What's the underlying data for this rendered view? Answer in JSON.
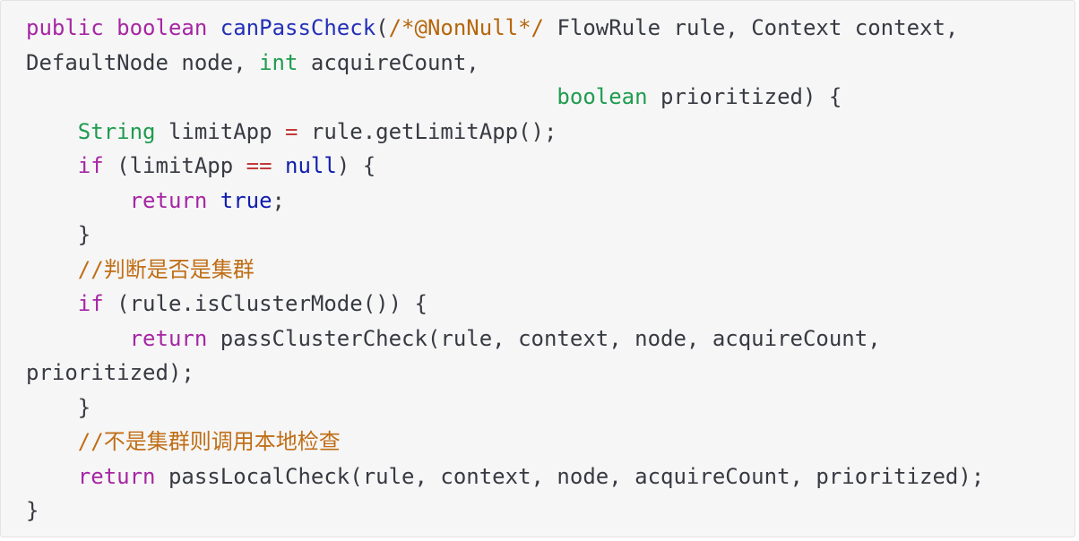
{
  "code": {
    "language": "java",
    "lines": [
      [
        {
          "t": "public",
          "c": "kw"
        },
        {
          "t": " ",
          "c": "pl"
        },
        {
          "t": "boolean",
          "c": "kw"
        },
        {
          "t": " ",
          "c": "pl"
        },
        {
          "t": "canPassCheck",
          "c": "fn"
        },
        {
          "t": "(",
          "c": "pl"
        },
        {
          "t": "/*@NonNull*/",
          "c": "cm"
        },
        {
          "t": " FlowRule rule, Context context,",
          "c": "pl"
        }
      ],
      [
        {
          "t": "DefaultNode node, ",
          "c": "pl"
        },
        {
          "t": "int",
          "c": "type"
        },
        {
          "t": " acquireCount,",
          "c": "pl"
        }
      ],
      [
        {
          "t": "                                         ",
          "c": "pl"
        },
        {
          "t": "boolean",
          "c": "type"
        },
        {
          "t": " prioritized) {",
          "c": "pl"
        }
      ],
      [
        {
          "t": "    ",
          "c": "pl"
        },
        {
          "t": "String",
          "c": "type"
        },
        {
          "t": " limitApp ",
          "c": "pl"
        },
        {
          "t": "=",
          "c": "op"
        },
        {
          "t": " rule.getLimitApp();",
          "c": "pl"
        }
      ],
      [
        {
          "t": "    ",
          "c": "pl"
        },
        {
          "t": "if",
          "c": "kw"
        },
        {
          "t": " (limitApp ",
          "c": "pl"
        },
        {
          "t": "==",
          "c": "op"
        },
        {
          "t": " ",
          "c": "pl"
        },
        {
          "t": "null",
          "c": "lit"
        },
        {
          "t": ") {",
          "c": "pl"
        }
      ],
      [
        {
          "t": "        ",
          "c": "pl"
        },
        {
          "t": "return",
          "c": "kw"
        },
        {
          "t": " ",
          "c": "pl"
        },
        {
          "t": "true",
          "c": "lit"
        },
        {
          "t": ";",
          "c": "pl"
        }
      ],
      [
        {
          "t": "    }",
          "c": "pl"
        }
      ],
      [
        {
          "t": "    ",
          "c": "pl"
        },
        {
          "t": "//判断是否是集群",
          "c": "cmz"
        }
      ],
      [
        {
          "t": "    ",
          "c": "pl"
        },
        {
          "t": "if",
          "c": "kw"
        },
        {
          "t": " (rule.isClusterMode()) {",
          "c": "pl"
        }
      ],
      [
        {
          "t": "        ",
          "c": "pl"
        },
        {
          "t": "return",
          "c": "kw"
        },
        {
          "t": " passClusterCheck(rule, context, node, acquireCount,",
          "c": "pl"
        }
      ],
      [
        {
          "t": "prioritized);",
          "c": "pl"
        }
      ],
      [
        {
          "t": "    }",
          "c": "pl"
        }
      ],
      [
        {
          "t": "    ",
          "c": "pl"
        },
        {
          "t": "//不是集群则调用本地检查",
          "c": "cmz"
        }
      ],
      [
        {
          "t": "    ",
          "c": "pl"
        },
        {
          "t": "return",
          "c": "kw"
        },
        {
          "t": " passLocalCheck(rule, context, node, acquireCount, prioritized);",
          "c": "pl"
        }
      ],
      [
        {
          "t": "}",
          "c": "pl"
        }
      ]
    ]
  }
}
